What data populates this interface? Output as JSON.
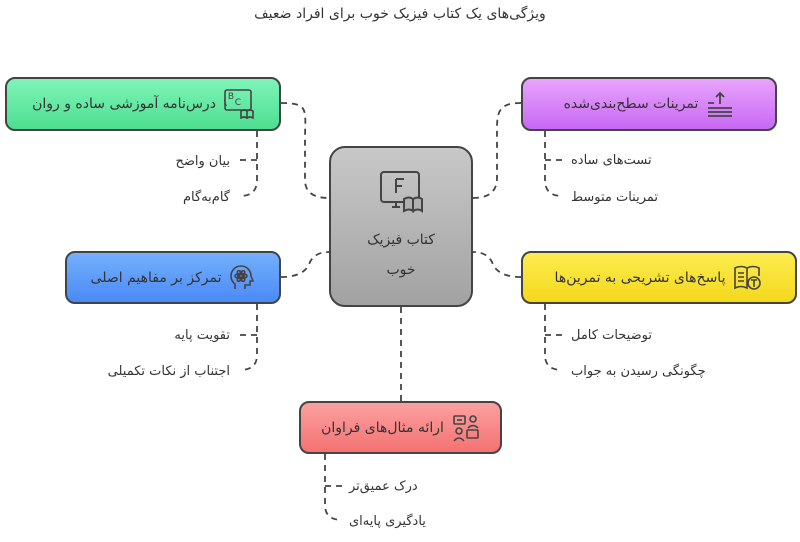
{
  "title": "ویژگی‌های یک کتاب فیزیک خوب برای افراد ضعیف",
  "center": {
    "label": "کتاب فیزیک خوب",
    "icon": "book-monitor-icon",
    "color": "#a9a9a9"
  },
  "branches": [
    {
      "id": "lesson",
      "label": "درس‌نامه آموزشی ساده و روان",
      "icon": "abc-book-icon",
      "color": "#5ee8a0",
      "subs": [
        "بیان واضح",
        "گام‌به‌گام"
      ]
    },
    {
      "id": "exercises",
      "label": "تمرینات سطح‌بندی‌شده",
      "icon": "levels-upload-icon",
      "color": "#d67ef8",
      "subs": [
        "تست‌های ساده",
        "تمرینات متوسط"
      ]
    },
    {
      "id": "concepts",
      "label": "تمرکز بر مفاهیم اصلی",
      "icon": "brain-atom-icon",
      "color": "#5b9cfa",
      "subs": [
        "تقویت پایه",
        "اجتناب از نکات تکمیلی"
      ]
    },
    {
      "id": "answers",
      "label": "پاسخ‌های تشریحی به تمرین‌ها",
      "icon": "book-text-icon",
      "color": "#f8e030",
      "subs": [
        "توضیحات کامل",
        "چگونگی رسیدن به جواب"
      ]
    },
    {
      "id": "examples",
      "label": "ارائه مثال‌های فراوان",
      "icon": "people-chat-icon",
      "color": "#fa8080",
      "subs": [
        "درک عمیق‌تر",
        "یادگیری پایه‌ای"
      ]
    }
  ]
}
